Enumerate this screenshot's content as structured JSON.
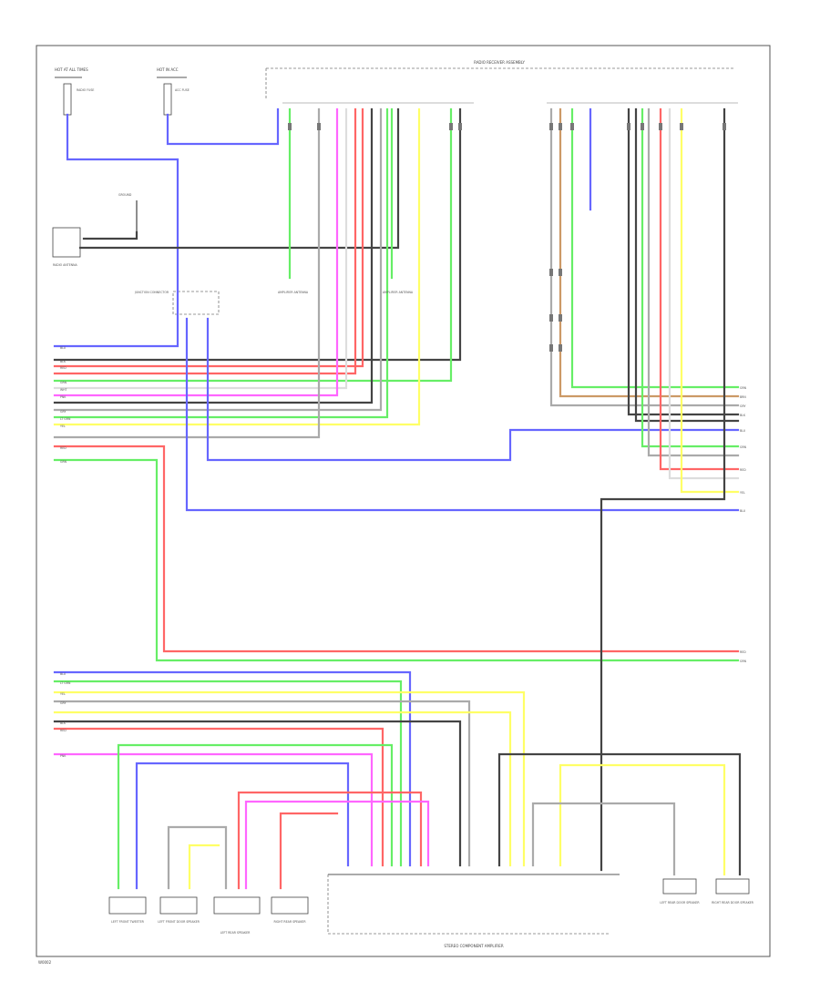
{
  "diagram": {
    "colors": {
      "blu": "#6666ff",
      "grn": "#66ee66",
      "red": "#ff6666",
      "blk": "#444444",
      "yel": "#ffff66",
      "pnk": "#ff66ff",
      "gry": "#aaaaaa",
      "brn": "#cc9966",
      "wht": "#dddddd"
    },
    "wire_codes": {
      "blu": "BLU",
      "grn": "GRN",
      "red": "RED",
      "blk": "BLK",
      "yel": "YEL",
      "pnk": "PNK",
      "gry": "GRY",
      "brn": "BRN",
      "wht": "WHT",
      "ltgrn": "LT GRN"
    },
    "labels": {
      "top_module": "RADIO RECEIVER ASSEMBLY",
      "hot_at_all_times": "HOT AT ALL TIMES",
      "hot_in_acc": "HOT IN ACC",
      "radio_fuse": "RADIO FUSE",
      "acc_fuse": "ACC FUSE",
      "ground": "GROUND",
      "radio_antenna": "RADIO ANTENNA",
      "amplifier_antenna": "AMPLIFIER ANTENNA",
      "junction_connector": "JUNCTION CONNECTOR",
      "stereo_amplifier": "STEREO COMPONENT AMPLIFIER",
      "left_front_tweeter": "LEFT FRONT TWEETER",
      "left_front_door_speaker": "LEFT FRONT DOOR SPEAKER",
      "left_rear_speaker": "LEFT REAR SPEAKER",
      "right_rear_speaker": "RIGHT REAR SPEAKER",
      "left_rear_door_speaker": "LEFT REAR DOOR SPEAKER",
      "right_rear_door_speaker": "RIGHT REAR DOOR SPEAKER",
      "corner_id": "W0002"
    }
  }
}
